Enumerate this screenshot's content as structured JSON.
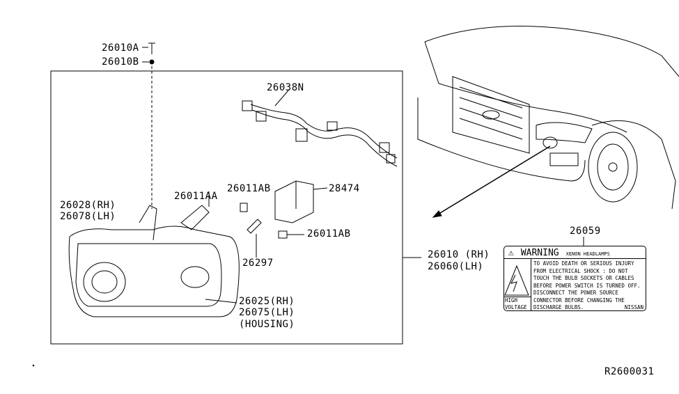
{
  "parts": {
    "p26010A": "26010A",
    "p26010B": "26010B",
    "p26038N": "26038N",
    "p26011AA": "26011AA",
    "p26011AB_top": "26011AB",
    "p28474": "28474",
    "p26028": "26028(RH)",
    "p26078": "26078(LH)",
    "p26011AB_bottom": "26011AB",
    "p26297": "26297",
    "p26025": "26025(RH)",
    "p26075": "26075(LH)",
    "housing": "(HOUSING)",
    "p26010": "26010 (RH)",
    "p26060": "26060(LH)",
    "p26059": "26059"
  },
  "warning_label": {
    "symbol": "⚠",
    "title": "WARNING",
    "subtitle": "XENON HEADLAMPS",
    "lines": [
      "TO AVOID DEATH OR SERIOUS INJURY",
      "FROM ELECTRICAL SHOCK : DO NOT",
      "TOUCH THE BULB SOCKETS OR CABLES",
      "BEFORE POWER SWITCH IS TURNED OFF.",
      "DISCONNECT THE POWER SOURCE",
      "CONNECTOR BEFORE CHANGING THE"
    ],
    "last_line": "DISCHARGE BULBS.",
    "brand": "NISSAN",
    "high": "HIGH",
    "voltage": "VOLTAGE"
  },
  "diagram_code": "R2600031"
}
